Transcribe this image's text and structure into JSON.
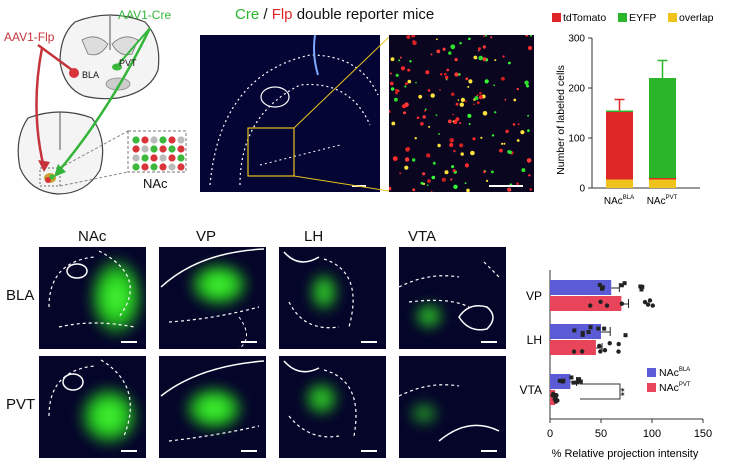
{
  "figure": {
    "title": {
      "cre": "Cre",
      "slash": "/",
      "flp": "Flp",
      "rest": "double reporter mice"
    },
    "schematic": {
      "virus_left": "AAV1-Flp",
      "virus_right": "AAV1-Cre",
      "region_bla": "BLA",
      "region_pvt": "PVT",
      "region_nac": "NAc"
    },
    "colors": {
      "red": "#e02727",
      "green": "#2bb52b",
      "yellow": "#f0c21c",
      "blue_series": "#5b5bd6",
      "red_series": "#e9455a"
    },
    "columns": [
      "NAc",
      "VP",
      "LH",
      "VTA"
    ],
    "rows": [
      "BLA",
      "PVT"
    ],
    "bar_labels": {
      "nac_bla": "NAc",
      "nac_bla_sup": "BLA",
      "nac_pvt": "NAc",
      "nac_pvt_sup": "PVT"
    },
    "hbar_legend": {
      "a": "NAc",
      "a_sup": "BLA",
      "b": "NAc",
      "b_sup": "PVT"
    },
    "significance": "**"
  },
  "chart_data": [
    {
      "type": "bar",
      "stacked": true,
      "categories": [
        "NAc^BLA",
        "NAc^PVT"
      ],
      "series": [
        {
          "name": "tdTomato",
          "values": [
            135,
            3
          ]
        },
        {
          "name": "EYFP",
          "values": [
            3,
            200
          ]
        },
        {
          "name": "overlap",
          "values": [
            17,
            17
          ]
        }
      ],
      "totals": [
        155,
        220
      ],
      "errors": [
        22,
        35
      ],
      "ylabel": "Number of labeled cells",
      "ylim": [
        0,
        300
      ],
      "yticks": [
        0,
        100,
        200,
        300
      ],
      "legend": [
        "tdTomato",
        "EYFP",
        "overlap"
      ],
      "legend_position": "top"
    },
    {
      "type": "bar",
      "orientation": "horizontal",
      "categories": [
        "VP",
        "LH",
        "VTA"
      ],
      "series": [
        {
          "name": "NAc^BLA",
          "values": [
            60,
            50,
            20
          ],
          "errors": [
            8,
            9,
            6
          ]
        },
        {
          "name": "NAc^PVT",
          "values": [
            70,
            45,
            5
          ],
          "errors": [
            7,
            6,
            2
          ]
        }
      ],
      "xlabel": "% Relative projection intensity",
      "xlim": [
        0,
        150
      ],
      "xticks": [
        0,
        50,
        100,
        150
      ],
      "legend_position": "bottom-right"
    }
  ]
}
